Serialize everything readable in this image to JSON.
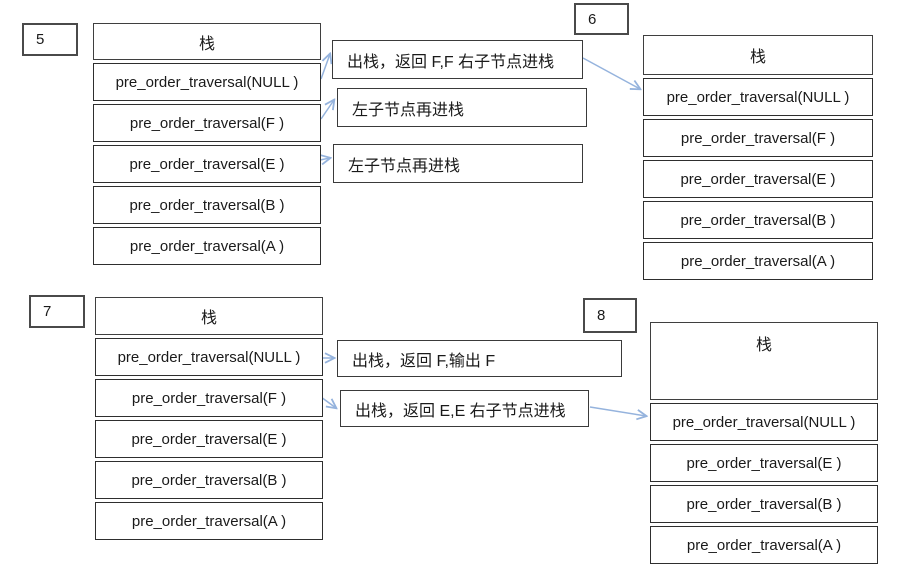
{
  "colors": {
    "arrow": "#95b3dd",
    "border": "#3f3f3f"
  },
  "steps": {
    "s5": "5",
    "s6": "6",
    "s7": "7",
    "s8": "8"
  },
  "stacks": {
    "s5": {
      "title": "栈",
      "cells": [
        "pre_order_traversal(NULL )",
        "pre_order_traversal(F )",
        "pre_order_traversal(E )",
        "pre_order_traversal(B )",
        "pre_order_traversal(A )"
      ]
    },
    "s6": {
      "title": "栈",
      "cells": [
        "pre_order_traversal(NULL )",
        "pre_order_traversal(F )",
        "pre_order_traversal(E )",
        "pre_order_traversal(B )",
        "pre_order_traversal(A )"
      ]
    },
    "s7": {
      "title": "栈",
      "cells": [
        "pre_order_traversal(NULL )",
        "pre_order_traversal(F )",
        "pre_order_traversal(E )",
        "pre_order_traversal(B )",
        "pre_order_traversal(A )"
      ]
    },
    "s8": {
      "title": "栈",
      "cells": [
        "pre_order_traversal(NULL )",
        "pre_order_traversal(E )",
        "pre_order_traversal(B )",
        "pre_order_traversal(A )"
      ]
    }
  },
  "annotations": {
    "t1": "出栈，返回 F,F 右子节点进栈",
    "t2": "左子节点再进栈",
    "t3": "左子节点再进栈",
    "b1": "出栈，返回 F,输出 F",
    "b2": "出栈，返回 E,E 右子节点进栈"
  }
}
